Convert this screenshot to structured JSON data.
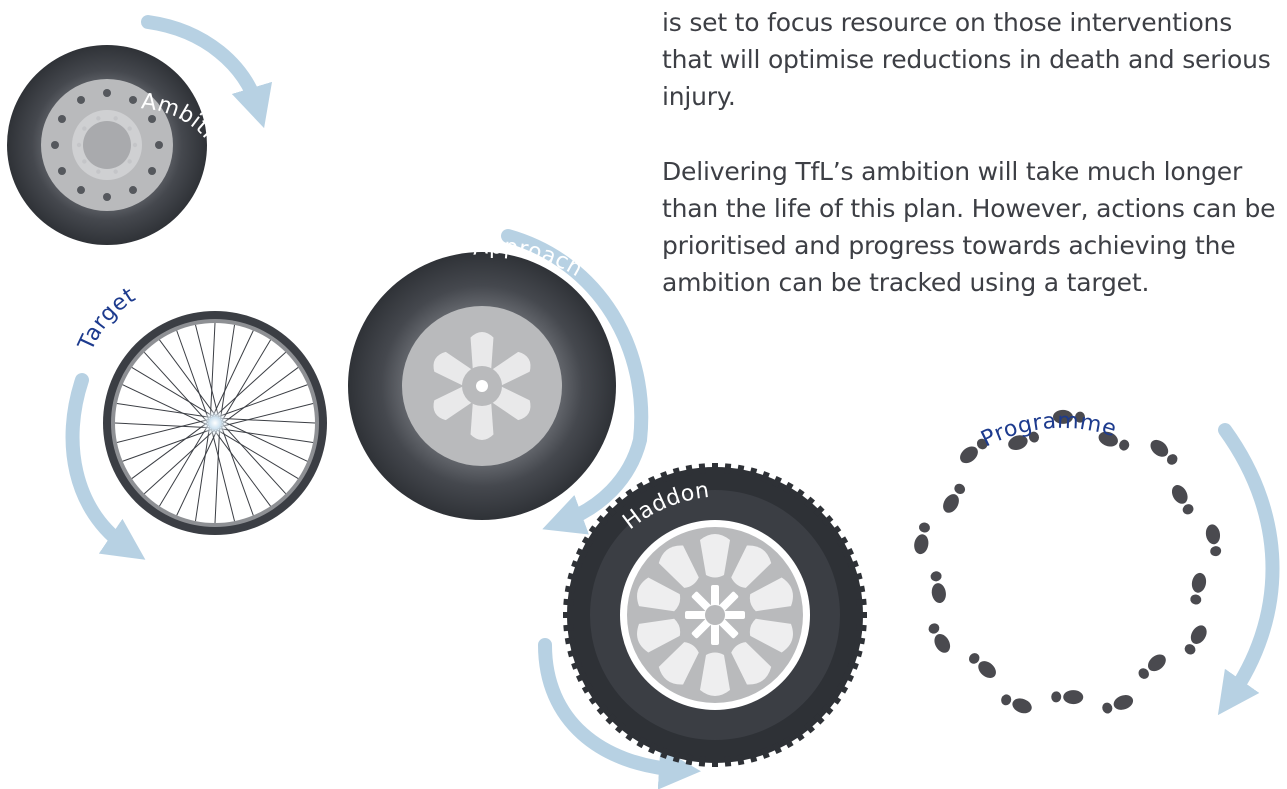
{
  "paragraphs": [
    "is set to focus resource on those interventions that will optimise reductions in death and serious injury.",
    "Delivering TfL’s ambition will take much longer than the life of this plan. However, actions can be prioritised and progress towards achieving the ambition can be tracked using a target."
  ],
  "labels": {
    "ambition": "Ambition",
    "target": "Target",
    "approach": "Approach",
    "haddon": "Haddon",
    "programme": "Programme"
  },
  "colors": {
    "text": "#3d3f45",
    "tyre": "#3b3e44",
    "hubcap": "#b9babc",
    "arrow": "#b7d1e3",
    "label_blue": "#1d3b8e",
    "footprint": "#4a4a4f"
  },
  "icons": [
    "ambition-wheel-icon",
    "target-bicycle-wheel-icon",
    "approach-wheel-icon",
    "haddon-wheel-icon",
    "programme-footprints-icon"
  ]
}
